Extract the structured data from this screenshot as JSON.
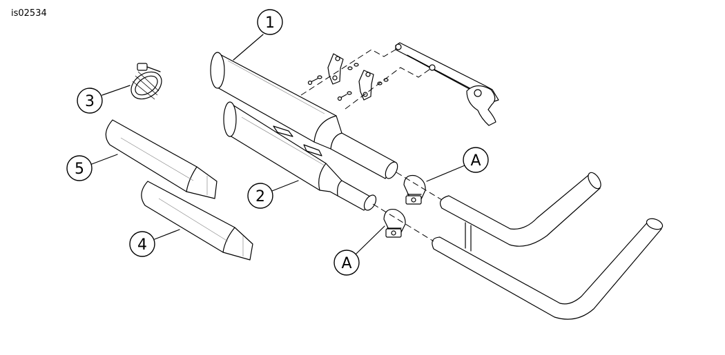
{
  "figure": {
    "code": "is02534",
    "callouts": [
      {
        "id": "1",
        "label": "1"
      },
      {
        "id": "2",
        "label": "2"
      },
      {
        "id": "3",
        "label": "3"
      },
      {
        "id": "4",
        "label": "4"
      },
      {
        "id": "5",
        "label": "5"
      },
      {
        "id": "A1",
        "label": "A"
      },
      {
        "id": "A2",
        "label": "A"
      }
    ]
  }
}
